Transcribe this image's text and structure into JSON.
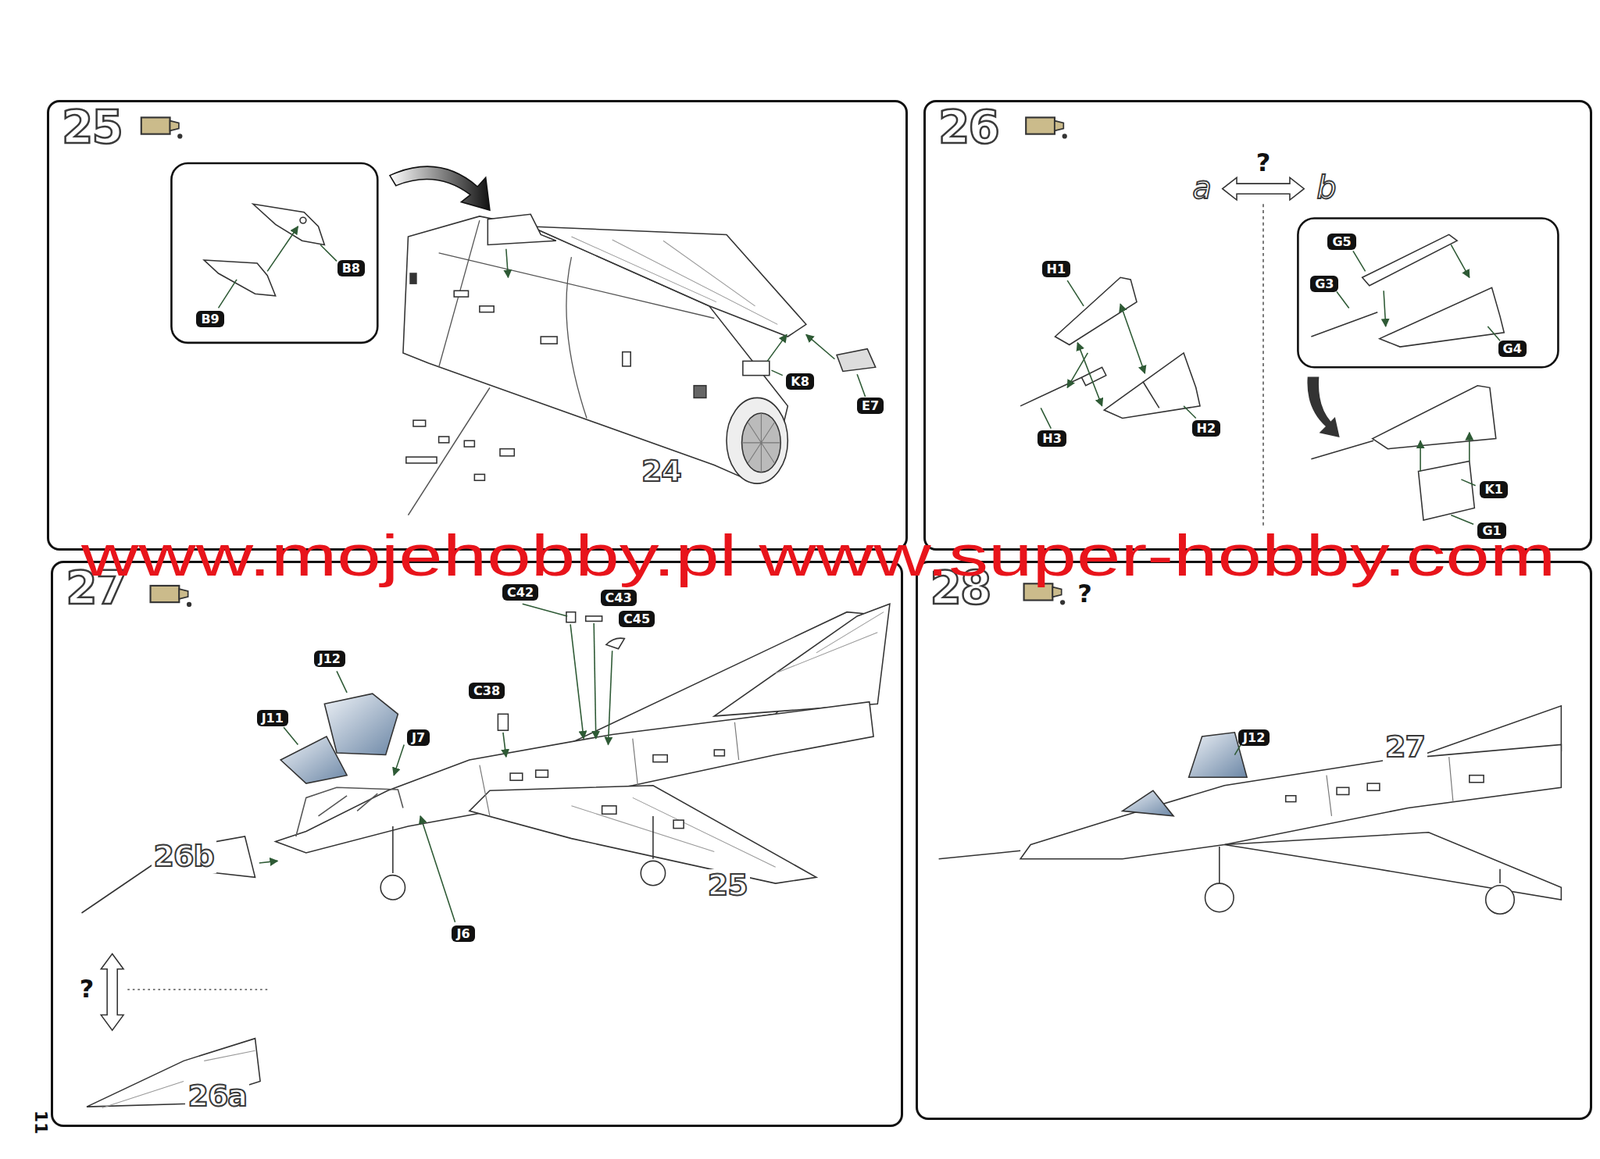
{
  "diagram": {
    "nodes": [
      {
        "text": [
          "25"
        ]
      },
      {
        "text": [
          "B8"
        ],
        "in": 0
      },
      {
        "text": [
          "B9"
        ],
        "in": 0
      },
      {
        "text": [
          "K8"
        ],
        "in": 0
      },
      {
        "text": [
          "E7"
        ],
        "in": 0
      },
      {
        "text": [
          "26"
        ]
      },
      {
        "text": [
          "H1"
        ],
        "in": 5
      },
      {
        "text": [
          "H3"
        ],
        "in": 5
      },
      {
        "text": [
          "H2"
        ],
        "in": 5
      },
      {
        "text": [
          "G5"
        ],
        "in": 5
      },
      {
        "text": [
          "G3"
        ],
        "in": 5
      },
      {
        "text": [
          "G4"
        ],
        "in": 5
      },
      {
        "text": [
          "K1"
        ],
        "in": 5
      },
      {
        "text": [
          "G1"
        ],
        "in": 5
      },
      {
        "text": [
          "27"
        ]
      },
      {
        "text": [
          "C42"
        ],
        "in": 14
      },
      {
        "text": [
          "C43"
        ],
        "in": 14
      },
      {
        "text": [
          "C45"
        ],
        "in": 14
      },
      {
        "text": [
          "C38"
        ],
        "in": 14
      },
      {
        "text": [
          "J12"
        ],
        "in": 14
      },
      {
        "text": [
          "J11"
        ],
        "in": 14
      },
      {
        "text": [
          "J7"
        ],
        "in": 14
      },
      {
        "text": [
          "J6"
        ],
        "in": 14
      },
      {
        "text": [
          "28"
        ]
      },
      {
        "text": [
          "J12"
        ],
        "in": 23
      }
    ],
    "labels": [
      "24",
      "a",
      "?",
      "b",
      "26b",
      "?",
      "26a",
      "25",
      "?",
      "27",
      "www.mojehobby.pl www.super-hobby.com",
      "11"
    ]
  }
}
